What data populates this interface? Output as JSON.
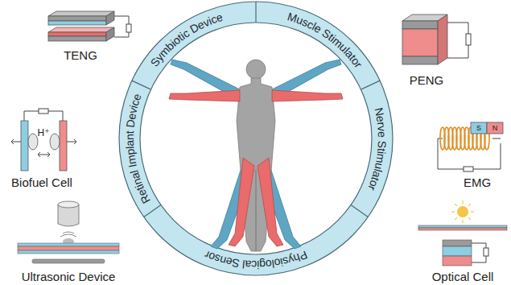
{
  "diagram": {
    "nodes": [
      {
        "text": [
          "Symbiotic Device"
        ]
      },
      {
        "text": [
          "Muscle Stimulator"
        ]
      },
      {
        "text": [
          "Nerve Stimulator"
        ]
      },
      {
        "text": [
          "Physiological Sensor"
        ]
      },
      {
        "text": [
          "Retinal Implant Device"
        ]
      }
    ],
    "labels": [
      "TENG",
      "PENG",
      "H⁺",
      "Biofuel Cell",
      "S",
      "N",
      "EMG",
      "Ultrasonic Device",
      "Optical Cell"
    ]
  }
}
